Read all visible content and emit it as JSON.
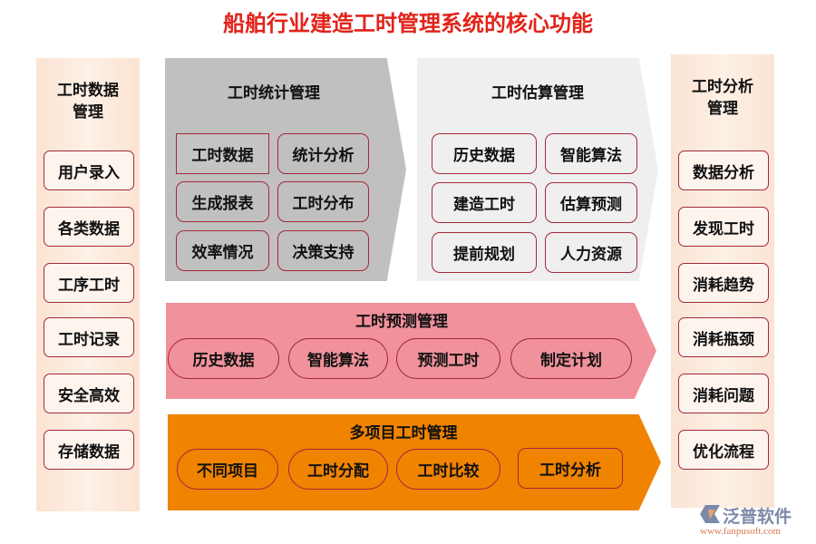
{
  "title": "船舶行业建造工时管理系统的核心功能",
  "left": {
    "header": "工时数据\n管理",
    "items": [
      "用户录入",
      "各类数据",
      "工序工时",
      "工时记录",
      "安全高效",
      "存储数据"
    ]
  },
  "right": {
    "header": "工时分析\n管理",
    "items": [
      "数据分析",
      "发现工时",
      "消耗趋势",
      "消耗瓶颈",
      "消耗问题",
      "优化流程"
    ]
  },
  "stats": {
    "title": "工时统计管理",
    "items": [
      "工时数据",
      "统计分析",
      "生成报表",
      "工时分布",
      "效率情况",
      "决策支持"
    ],
    "color": "#c0c0c0"
  },
  "estimate": {
    "title": "工时估算管理",
    "items": [
      "历史数据",
      "智能算法",
      "建造工时",
      "估算预测",
      "提前规划",
      "人力资源"
    ],
    "color": "#efefef"
  },
  "forecast": {
    "title": "工时预测管理",
    "items": [
      "历史数据",
      "智能算法",
      "预测工时",
      "制定计划"
    ],
    "color": "#f0919b"
  },
  "multi": {
    "title": "多项目工时管理",
    "items": [
      "不同项目",
      "工时分配",
      "工时比较",
      "工时分析"
    ],
    "color": "#f08300"
  },
  "logo": {
    "name": "泛普软件",
    "url": "www.fanpusoft.com"
  }
}
